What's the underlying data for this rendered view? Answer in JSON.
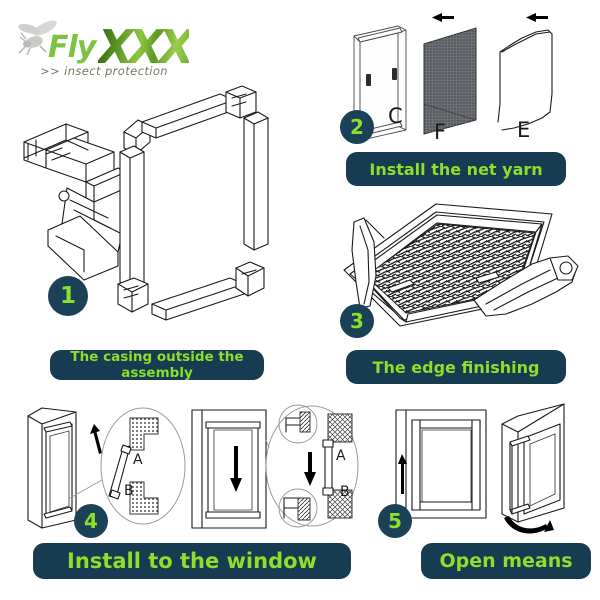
{
  "page": {
    "background": "#ffffff",
    "accent_green": "#8ede2a",
    "caption_navy": "#173c52",
    "badge_navy": "#1b4159"
  },
  "logo": {
    "name": "FlyXXX",
    "word_1": "Fly",
    "word_2": "XXX",
    "tagline": ">> insect protection",
    "bug_icon": "fly-icon"
  },
  "steps": [
    {
      "number": "1",
      "caption": "The casing outside the assembly",
      "parts": [],
      "illustration": "exploded-frame-profiles-and-corner-connector"
    },
    {
      "number": "2",
      "caption": "Install the net yarn",
      "parts": [
        {
          "letter": "C",
          "meaning": "assembled-frame"
        },
        {
          "letter": "F",
          "meaning": "fibreglass-net-yarn"
        },
        {
          "letter": "E",
          "meaning": "rubber-spline-cord"
        }
      ],
      "illustration": "frame-net-and-spline-exploded"
    },
    {
      "number": "3",
      "caption": "The edge finishing",
      "parts": [],
      "illustration": "mesh-screen-with-spline-roller-tool"
    },
    {
      "number": "4",
      "caption": "Install to the window",
      "parts": [
        {
          "letter": "A",
          "meaning": "upper-clip"
        },
        {
          "letter": "B",
          "meaning": "lower-clip"
        }
      ],
      "illustration": "window-mount-with-two-detail-callouts"
    },
    {
      "number": "5",
      "caption": "Open means",
      "parts": [],
      "illustration": "screen-lift-and-swing-open"
    }
  ]
}
